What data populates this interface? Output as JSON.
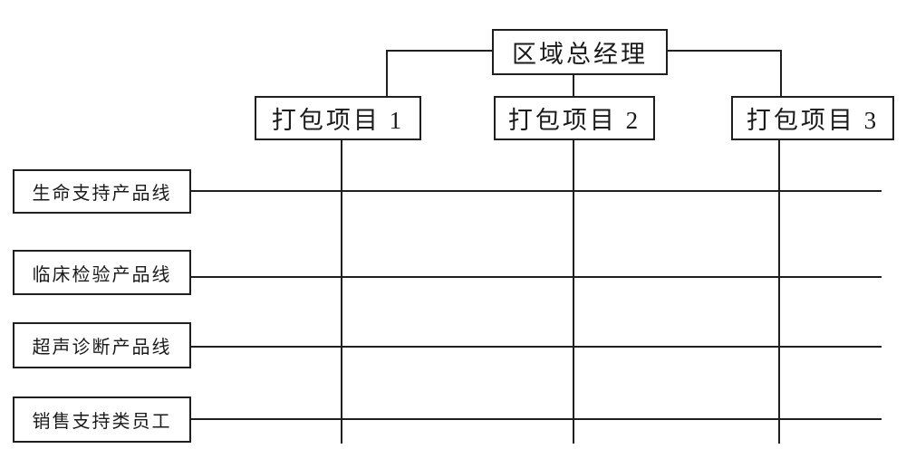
{
  "diagram": {
    "title": "matrix-organization-chart",
    "root": {
      "label": "区域总经理"
    },
    "projects": [
      {
        "label": "打包项目 1"
      },
      {
        "label": "打包项目 2"
      },
      {
        "label": "打包项目 3"
      }
    ],
    "product_lines": [
      {
        "label": "生命支持产品线"
      },
      {
        "label": "临床检验产品线"
      },
      {
        "label": "超声诊断产品线"
      },
      {
        "label": "销售支持类员工"
      }
    ],
    "colors": {
      "background": "#ffffff",
      "line": "#1f1f1f",
      "box_border": "#1f1f1f",
      "text": "#1a1a1a"
    }
  }
}
